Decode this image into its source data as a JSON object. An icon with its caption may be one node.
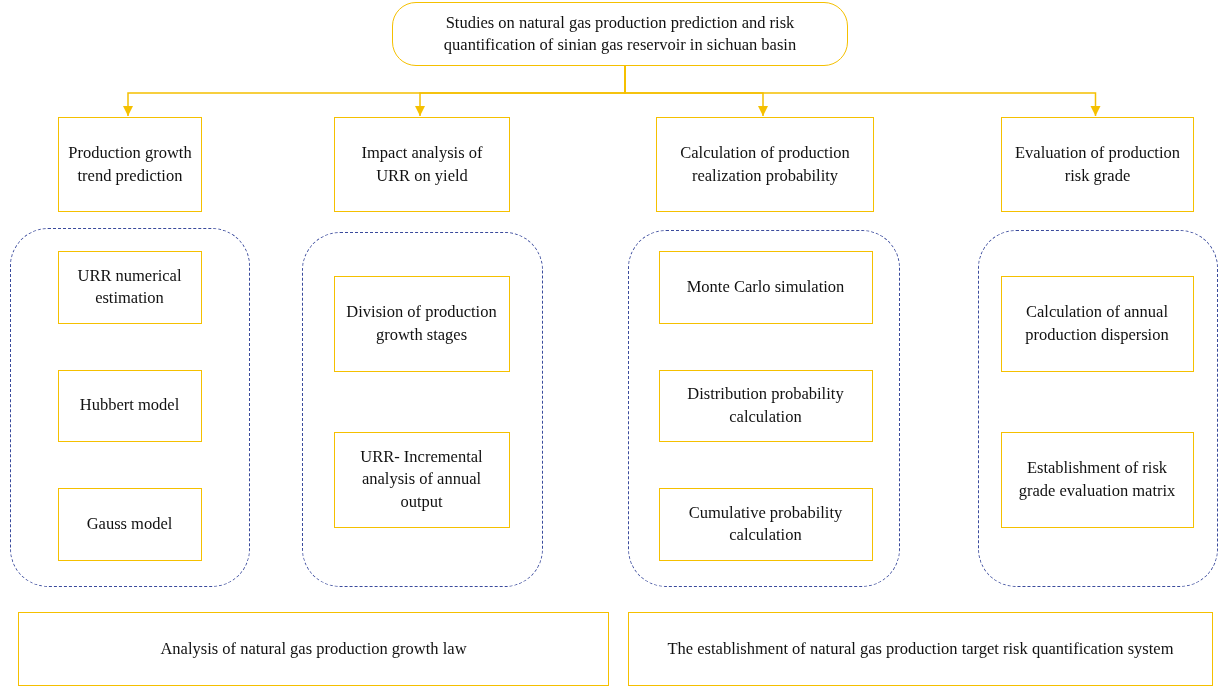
{
  "diagram": {
    "nodes": [
      {
        "text": [
          "Studies on natural gas production prediction and risk quantification of sinian gas reservoir in sichuan basin"
        ]
      },
      {
        "text": [
          "Production growth trend prediction"
        ]
      },
      {
        "text": [
          "Impact analysis of URR on yield"
        ]
      },
      {
        "text": [
          "Calculation of production realization probability"
        ]
      },
      {
        "text": [
          "Evaluation of production risk grade"
        ]
      },
      {
        "text": [],
        "shape": "box"
      },
      {
        "text": [
          "URR numerical estimation"
        ],
        "in": 5
      },
      {
        "text": [
          "Hubbert model"
        ],
        "in": 5
      },
      {
        "text": [
          "Gauss model"
        ],
        "in": 5
      },
      {
        "text": [],
        "shape": "box"
      },
      {
        "text": [
          "Division of production growth stages"
        ],
        "in": 9
      },
      {
        "text": [
          "URR- Incremental analysis of annual output"
        ],
        "in": 9
      },
      {
        "text": [],
        "shape": "box"
      },
      {
        "text": [
          "Monte Carlo simulation"
        ],
        "in": 12
      },
      {
        "text": [
          "Distribution probability calculation"
        ],
        "in": 12
      },
      {
        "text": [
          "Cumulative probability calculation"
        ],
        "in": 12
      },
      {
        "text": [],
        "shape": "box"
      },
      {
        "text": [
          "Calculation of annual production dispersion"
        ],
        "in": 16
      },
      {
        "text": [
          "Establishment of risk grade evaluation matrix"
        ],
        "in": 16
      },
      {
        "text": [
          "Analysis of natural gas production growth law"
        ]
      },
      {
        "text": [
          "The establishment of natural gas production target risk quantification system"
        ]
      }
    ],
    "edges": [
      {
        "from": 0,
        "to": 1,
        "arrow": "to"
      },
      {
        "from": 0,
        "to": 2,
        "arrow": "to"
      },
      {
        "from": 0,
        "to": 3,
        "arrow": "to"
      },
      {
        "from": 0,
        "to": 4,
        "arrow": "to"
      }
    ]
  }
}
